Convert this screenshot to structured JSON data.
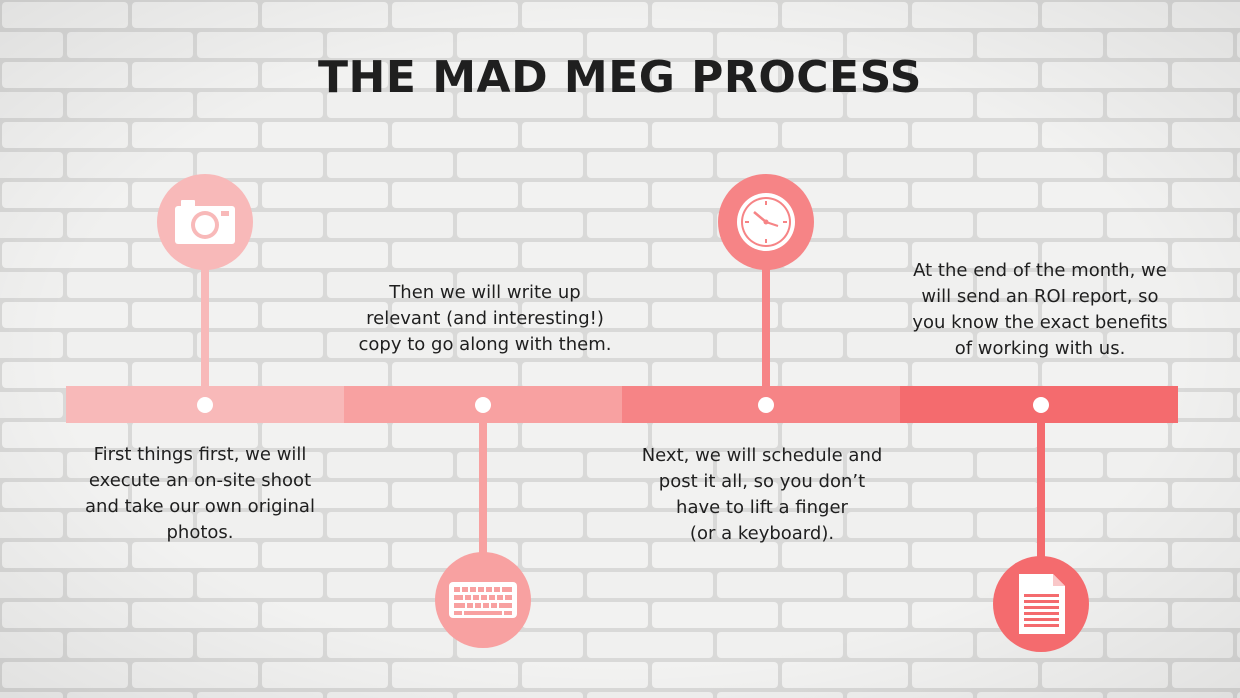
{
  "title": "THE MAD MEG PROCESS",
  "colors": {
    "step1": "#f8b9b9",
    "step2": "#f8a1a1",
    "step3": "#f68486",
    "step4": "#f46b6e",
    "text": "#1f1f1f",
    "background": "#ebebea"
  },
  "steps": [
    {
      "icon": "camera-icon",
      "lines": [
        "First things first, we will",
        "execute an on-site shoot",
        "and take our own original",
        "photos."
      ]
    },
    {
      "icon": "keyboard-icon",
      "lines": [
        "Then we will write up",
        "relevant (and interesting!)",
        "copy to go along with them."
      ]
    },
    {
      "icon": "clock-icon",
      "lines": [
        "Next, we will schedule and",
        "post it all, so you don’t",
        "have to lift a finger",
        "(or a keyboard)."
      ]
    },
    {
      "icon": "document-icon",
      "lines": [
        "At the end of the month, we",
        "will send an ROI report, so",
        "you know the exact benefits",
        "of working with us."
      ]
    }
  ]
}
